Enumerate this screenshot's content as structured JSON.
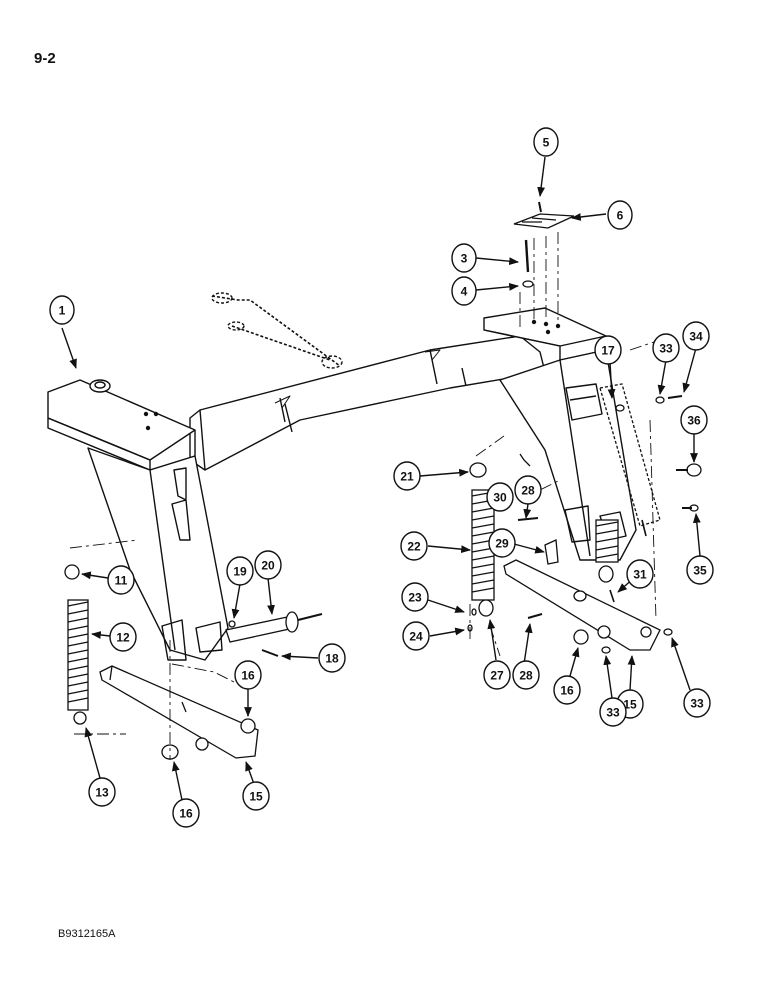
{
  "page": {
    "page_number": "9-2",
    "figure_code": "B9312165A"
  },
  "callouts": [
    {
      "id": "c1",
      "label": "1"
    },
    {
      "id": "c3",
      "label": "3"
    },
    {
      "id": "c4",
      "label": "4"
    },
    {
      "id": "c5",
      "label": "5"
    },
    {
      "id": "c6",
      "label": "6"
    },
    {
      "id": "c11",
      "label": "11"
    },
    {
      "id": "c12",
      "label": "12"
    },
    {
      "id": "c13",
      "label": "13"
    },
    {
      "id": "c15a",
      "label": "15"
    },
    {
      "id": "c15b",
      "label": "15"
    },
    {
      "id": "c16a",
      "label": "16"
    },
    {
      "id": "c16b",
      "label": "16"
    },
    {
      "id": "c16c",
      "label": "16"
    },
    {
      "id": "c17",
      "label": "17"
    },
    {
      "id": "c18",
      "label": "18"
    },
    {
      "id": "c19",
      "label": "19"
    },
    {
      "id": "c20",
      "label": "20"
    },
    {
      "id": "c21",
      "label": "21"
    },
    {
      "id": "c22",
      "label": "22"
    },
    {
      "id": "c23",
      "label": "23"
    },
    {
      "id": "c24",
      "label": "24"
    },
    {
      "id": "c27",
      "label": "27"
    },
    {
      "id": "c28a",
      "label": "28"
    },
    {
      "id": "c28b",
      "label": "28"
    },
    {
      "id": "c29",
      "label": "29"
    },
    {
      "id": "c30",
      "label": "30"
    },
    {
      "id": "c31",
      "label": "31"
    },
    {
      "id": "c33a",
      "label": "33"
    },
    {
      "id": "c33b",
      "label": "33"
    },
    {
      "id": "c33c",
      "label": "33"
    },
    {
      "id": "c34",
      "label": "34"
    },
    {
      "id": "c35",
      "label": "35"
    },
    {
      "id": "c36",
      "label": "36"
    }
  ]
}
